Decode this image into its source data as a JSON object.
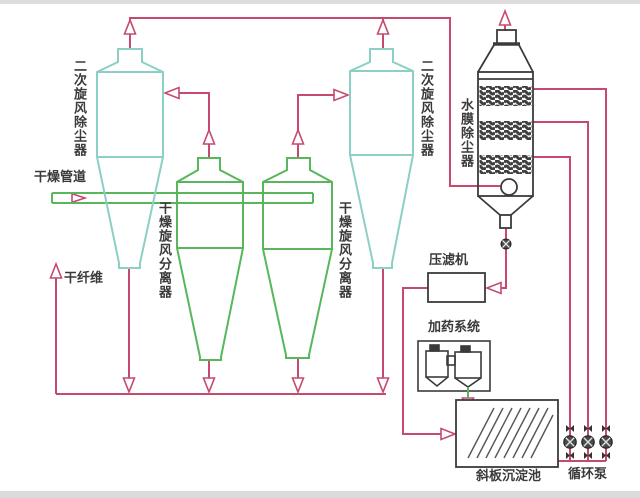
{
  "diagram": {
    "title_hint": "drying-and-dust-removal-process-flow",
    "labels": {
      "secondary_cyclone": "二次旋风除尘器",
      "drying_cyclone": "干燥旋风分离器",
      "water_film_collector": "水膜除尘器",
      "drying_pipe": "干燥管道",
      "dry_fiber": "干纤维",
      "filter_press": "压滤机",
      "dosing_system": "加药系统",
      "inclined_plate_settling_tank": "斜板沉淀池",
      "circulation_pump": "循环泵"
    },
    "colors": {
      "flow_line": "#c64a6e",
      "secondary_cyclone_outline": "#8ccfc4",
      "drying_equipment_outline": "#58b75a",
      "dark_outline": "#3b3b3b",
      "background": "#ffffff"
    },
    "equipment_counts": {
      "secondary_cyclones": 2,
      "drying_cyclones": 2,
      "circulation_pumps": 3
    }
  }
}
